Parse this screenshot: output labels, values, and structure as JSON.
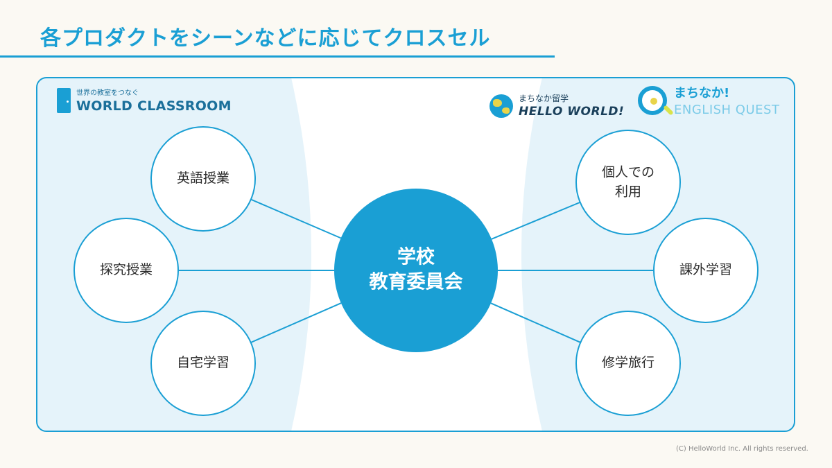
{
  "slide": {
    "title": "各プロダクトをシーンなどに応じてクロスセル",
    "copyright": "(C) HelloWorld Inc. All rights reserved."
  },
  "logos": {
    "world_classroom": {
      "tagline": "世界の教室をつなぐ",
      "name": "WORLD CLASSROOM"
    },
    "hello_world": {
      "tagline": "まちなか留学",
      "name": "HELLO WORLD!"
    },
    "english_quest": {
      "tagline": "まちなか!",
      "name": "ENGLISH QUEST"
    }
  },
  "diagram": {
    "hub": {
      "label": "学校\n教育委員会"
    },
    "left_nodes": [
      {
        "label": "英語授業"
      },
      {
        "label": "探究授業"
      },
      {
        "label": "自宅学習"
      }
    ],
    "right_nodes": [
      {
        "label": "個人での\n利用"
      },
      {
        "label": "課外学習"
      },
      {
        "label": "修学旅行"
      }
    ]
  },
  "colors": {
    "accent": "#1a9fd4",
    "panel_tint": "#e5f3fa",
    "background": "#fbf9f3",
    "node_fill": "#ffffff"
  }
}
